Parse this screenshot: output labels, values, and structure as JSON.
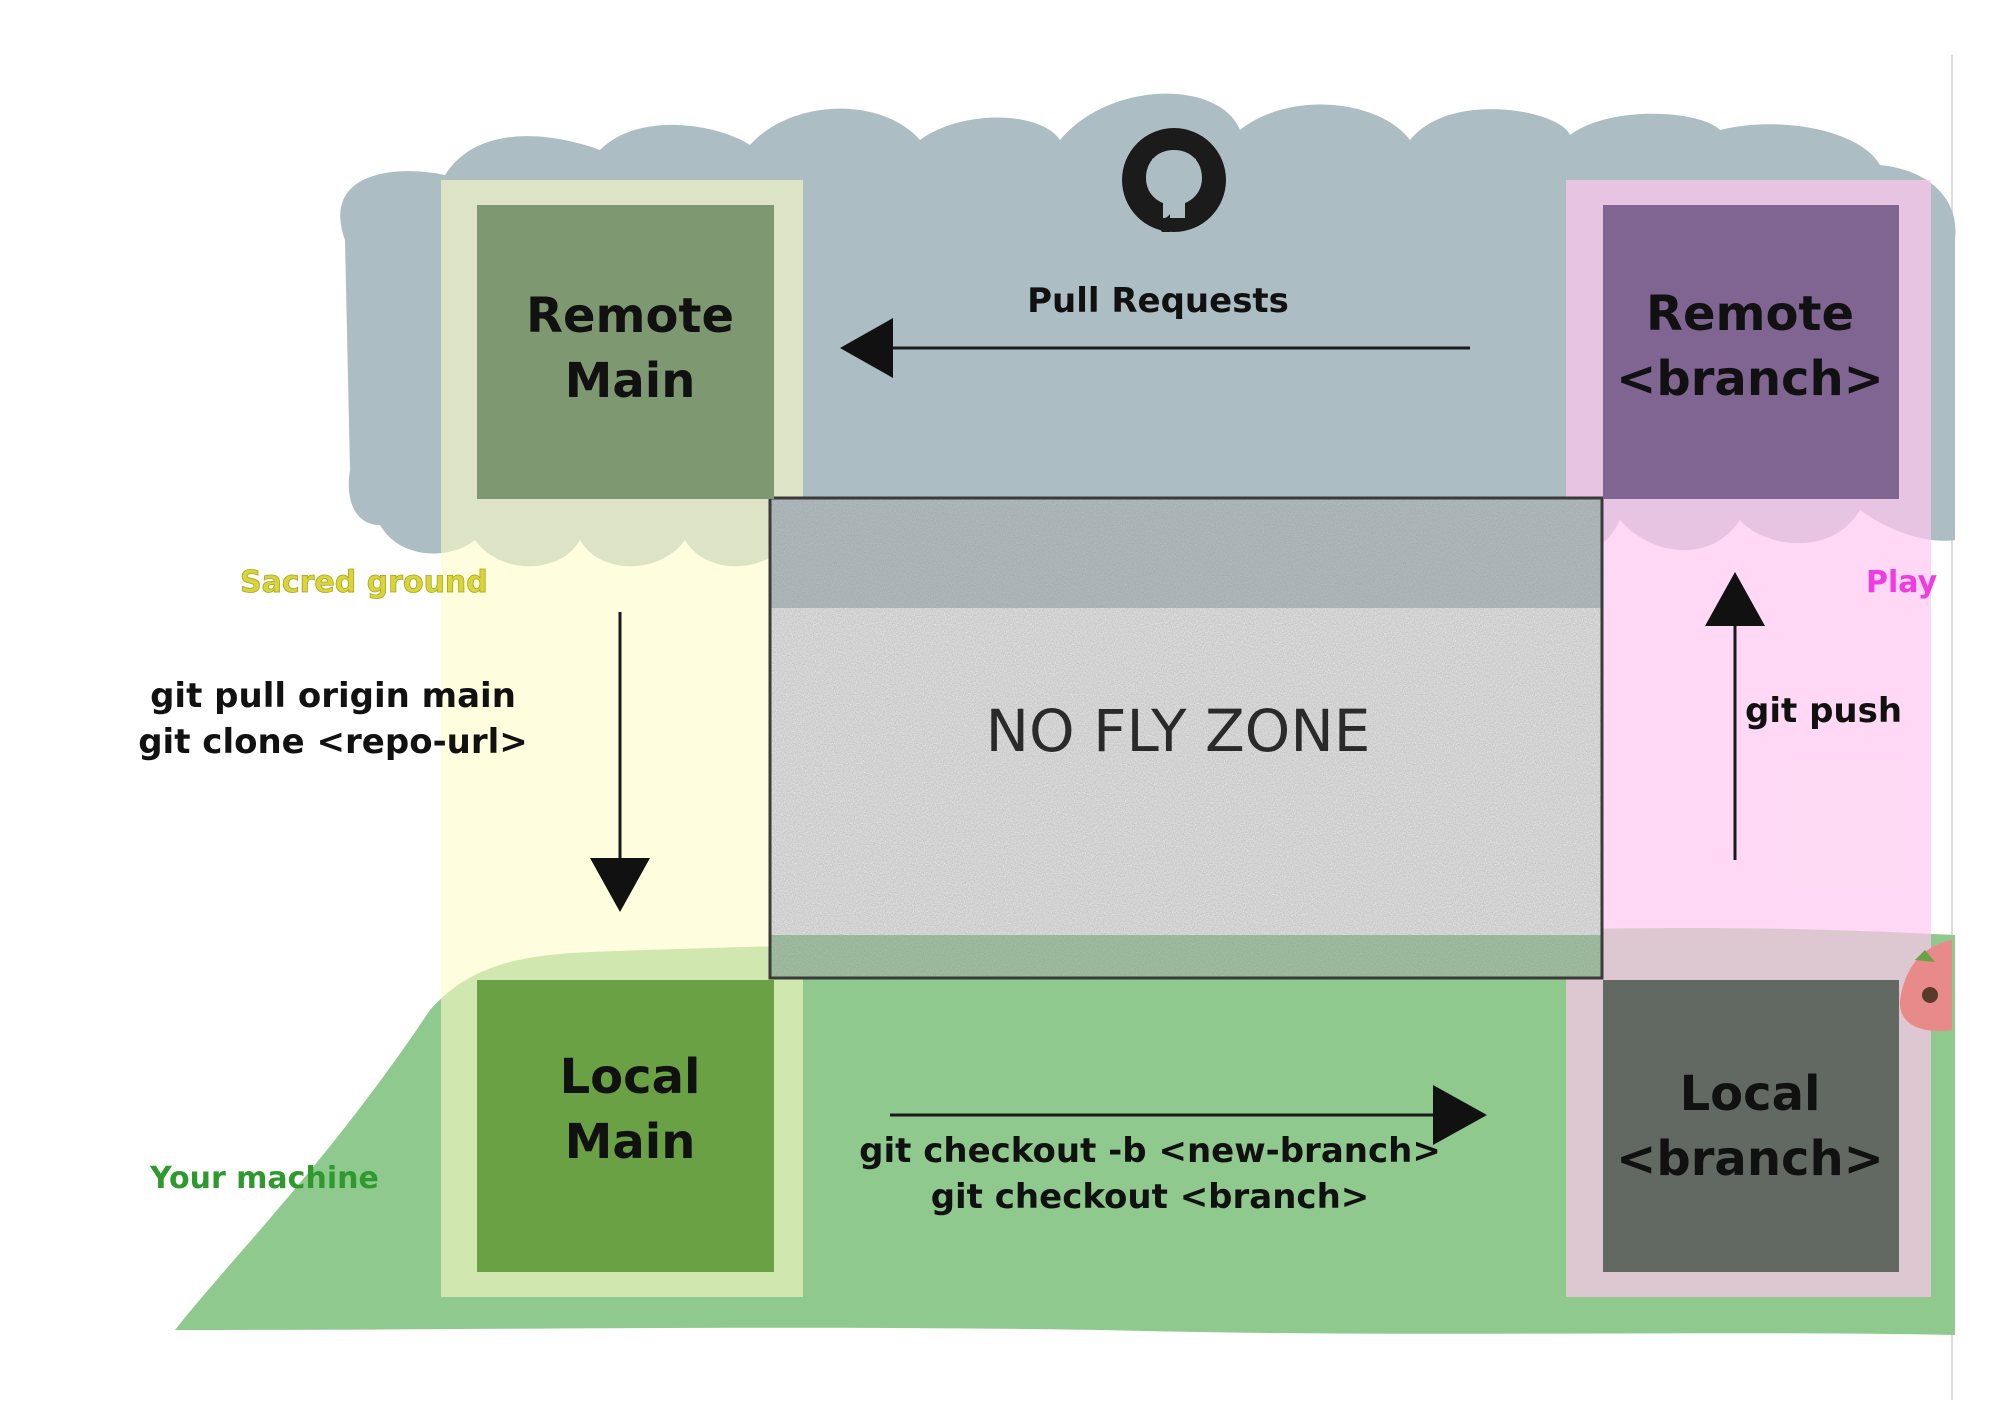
{
  "nodes": {
    "remote_main": [
      "Remote",
      "Main"
    ],
    "remote_branch": [
      "Remote",
      "<branch>"
    ],
    "local_main": [
      "Local",
      "Main"
    ],
    "local_branch": [
      "Local",
      "<branch>"
    ]
  },
  "edges": {
    "pull_requests": "Pull Requests",
    "pull_clone": [
      "git pull origin main",
      "git clone <repo-url>"
    ],
    "push": "git push",
    "checkout": [
      "git checkout -b <new-branch>",
      "git checkout <branch>"
    ]
  },
  "zones": {
    "no_fly": "NO FLY ZONE",
    "sacred": "Sacred ground",
    "play": "Play",
    "machine": "Your machine"
  },
  "colors": {
    "cloud": "#adbdc4",
    "ground": "#90c98e",
    "sacred_column": "#fdfbc6",
    "play_column": "#fdc8ef",
    "remote_main": "#7e9971",
    "local_main": "#6aa145",
    "remote_branch": "#806593",
    "local_branch": "#626963",
    "sacred_text": "#d8d43a",
    "play_text": "#f03be0",
    "machine_text": "#2e9a2e"
  },
  "icons": {
    "remote": "github-icon"
  }
}
